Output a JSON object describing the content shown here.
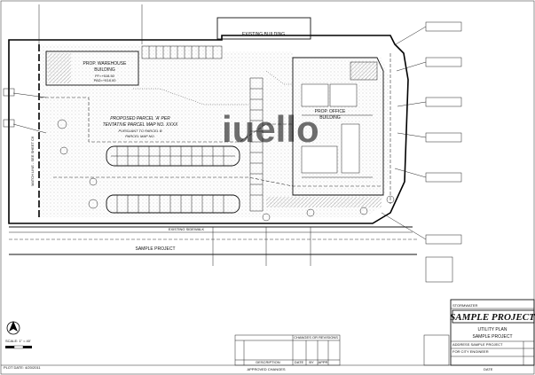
{
  "drawing": {
    "labels": {
      "existing_building": "EXISTING BUILDING",
      "warehouse_line1": "PROP. WAREHOUSE",
      "warehouse_line2": "BUILDING",
      "warehouse_ff": "FF=+518.50",
      "warehouse_pad": "PAD=+518.00",
      "parcel_line1": "PROPOSED PARCEL 'A' PER",
      "parcel_line2": "TENTATIVE PARCEL MAP NO. XXXX",
      "parcel_line3": "PURSUANT TO PARCEL B",
      "parcel_line4": "PARCEL MAP NO.",
      "office_line1": "PROP. OFFICE",
      "office_line2": "BUILDING",
      "match_line": "MATCH LINE - SEE SHEET C6",
      "sidewalk": "EXISTING SIDEWALK",
      "sample_project": "SAMPLE PROJECT",
      "watermark": "iuello"
    },
    "scale_text": "SCALE: 1\" = 40'",
    "bottom_left_note": "PLOT DATE: 4/20/2011"
  },
  "title_block": {
    "project_title": "SAMPLE PROJECT",
    "sheet_title": "UTILITY PLAN",
    "project_name": "SAMPLE PROJECT",
    "stormwater": "STORMWATER",
    "address": "ADDRESS SAMPLE PROJECT",
    "engineer": "FOR CITY ENGINEER",
    "date_label": "DATE"
  },
  "revisions": {
    "header": "CHANGES OR REVISIONS",
    "description_col": "DESCRIPTION",
    "approved_label": "APPROVED CHANGES",
    "date_col": "DATE",
    "by_col": "BY",
    "appr_col": "APPR"
  },
  "colors": {
    "line": "#111111",
    "fill_gray": "#d9d9d9",
    "watermark": "#c8d4ea"
  },
  "icons": [
    "north-arrow-icon"
  ]
}
